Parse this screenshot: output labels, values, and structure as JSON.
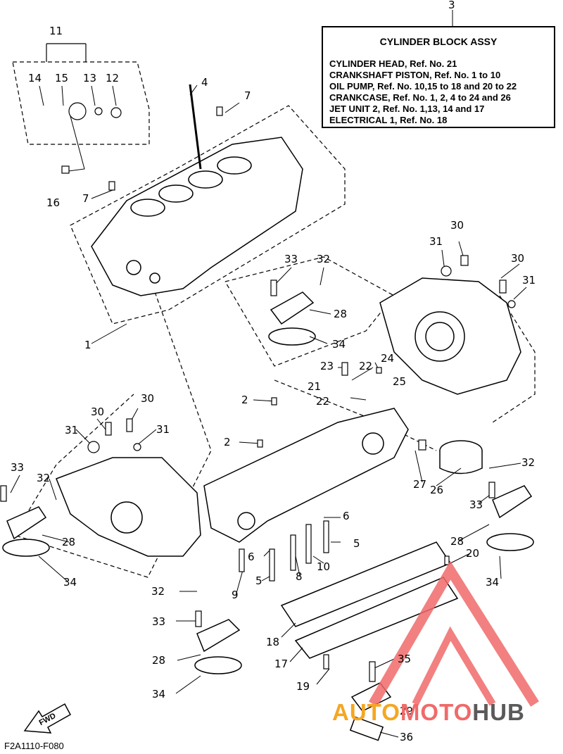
{
  "legend": {
    "ref_number": "3",
    "title": "CYLINDER BLOCK ASSY",
    "lines": [
      "CYLINDER HEAD,  Ref. No. 21",
      "CRANKSHAFT PISTON,  Ref. No. 1 to 10",
      "OIL PUMP,  Ref. No. 10,15 to 18 and 20 to 22",
      "CRANKCASE,  Ref. No. 1, 2, 4 to 24 and 26",
      "JET UNIT 2,  Ref. No. 1,13, 14 and 17",
      "ELECTRICAL 1,  Ref. No. 18"
    ]
  },
  "callouts": {
    "c11": "11",
    "c14": "14",
    "c15": "15",
    "c13": "13",
    "c12": "12",
    "c4": "4",
    "c7a": "7",
    "c7b": "7",
    "c16": "16",
    "c1": "1",
    "c30a": "30",
    "c31a": "31",
    "c30b": "30",
    "c31b": "31",
    "c33a": "33",
    "c32a": "32",
    "c28a": "28",
    "c34a": "34",
    "c23": "23",
    "c22a": "22",
    "c24": "24",
    "c21": "21",
    "c25": "25",
    "c22b": "22",
    "c2a": "2",
    "c2b": "2",
    "c30c": "30",
    "c31c": "31",
    "c30d": "30",
    "c31d": "31",
    "c33b": "33",
    "c32b": "32",
    "c28b": "28",
    "c34b": "34",
    "c27": "27",
    "c26": "26",
    "c32c": "32",
    "c33c": "33",
    "c6a": "6",
    "c6b": "6",
    "c5a": "5",
    "c5b": "5",
    "c9": "9",
    "c8": "8",
    "c10": "10",
    "c28c": "28",
    "c20": "20",
    "c34c": "34",
    "c32d": "32",
    "c33d": "33",
    "c18": "18",
    "c28d": "28",
    "c17": "17",
    "c34d": "34",
    "c19": "19",
    "c35": "35",
    "c29": "29",
    "c36": "36"
  },
  "fwd_label": "FWD",
  "diagram_code": "F2A1110-F080",
  "watermark": {
    "part1": "AUTO",
    "part2": "MOTO",
    "part3": "HUB"
  },
  "colors": {
    "line": "#000000",
    "watermark_red": "#f06a6a",
    "watermark_orange": "#f5a623",
    "watermark_gray": "#5a5a5a"
  }
}
